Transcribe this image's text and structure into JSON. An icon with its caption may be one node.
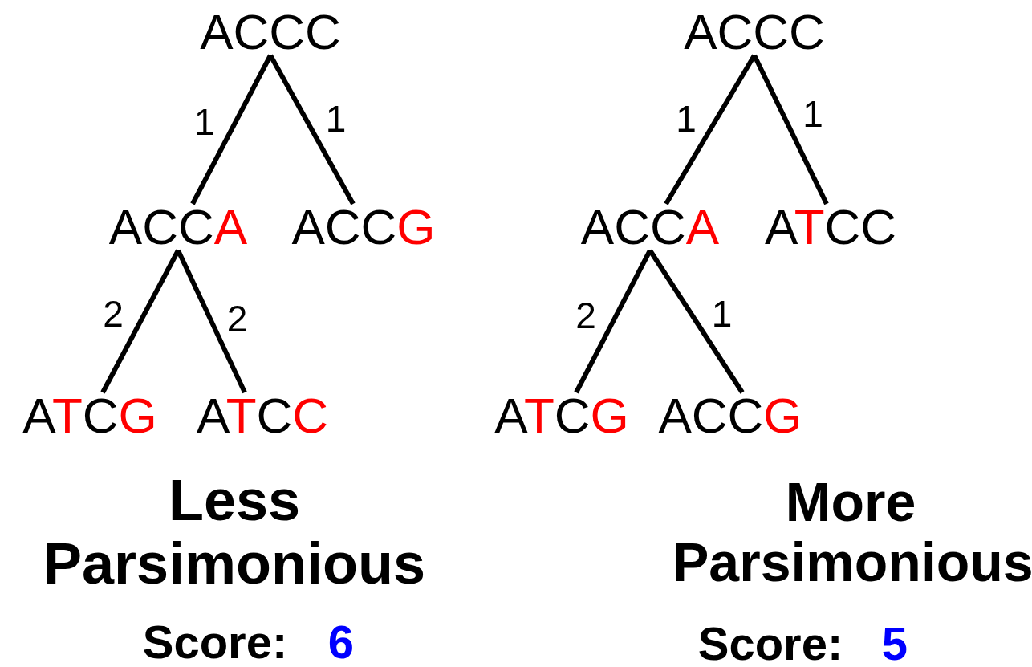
{
  "diagram": {
    "nodes": [
      {
        "text": [
          "ACCC"
        ]
      },
      {
        "text": [
          "ACCA"
        ]
      },
      {
        "text": [
          "ACCG"
        ]
      },
      {
        "text": [
          "ATCG"
        ]
      },
      {
        "text": [
          "ATCC"
        ]
      },
      {
        "text": [
          "ACCC"
        ]
      },
      {
        "text": [
          "ACCA"
        ]
      },
      {
        "text": [
          "ATCC"
        ]
      },
      {
        "text": [
          "ATCG"
        ]
      },
      {
        "text": [
          "ACCG"
        ]
      }
    ],
    "edges": [
      {
        "from": 0,
        "to": 1,
        "arrow": "none",
        "label": "1"
      },
      {
        "from": 0,
        "to": 2,
        "arrow": "none",
        "label": "1"
      },
      {
        "from": 1,
        "to": 3,
        "arrow": "none",
        "label": "2"
      },
      {
        "from": 1,
        "to": 4,
        "arrow": "none",
        "label": "2"
      },
      {
        "from": 5,
        "to": 6,
        "arrow": "none",
        "label": "1"
      },
      {
        "from": 5,
        "to": 7,
        "arrow": "none",
        "label": "1"
      },
      {
        "from": 6,
        "to": 8,
        "arrow": "none",
        "label": "2"
      },
      {
        "from": 6,
        "to": 9,
        "arrow": "none",
        "label": "1"
      }
    ],
    "labels": [
      "Less Parsimonious",
      "Score:",
      "6",
      "More Parsimonious",
      "Score:",
      "5"
    ]
  }
}
